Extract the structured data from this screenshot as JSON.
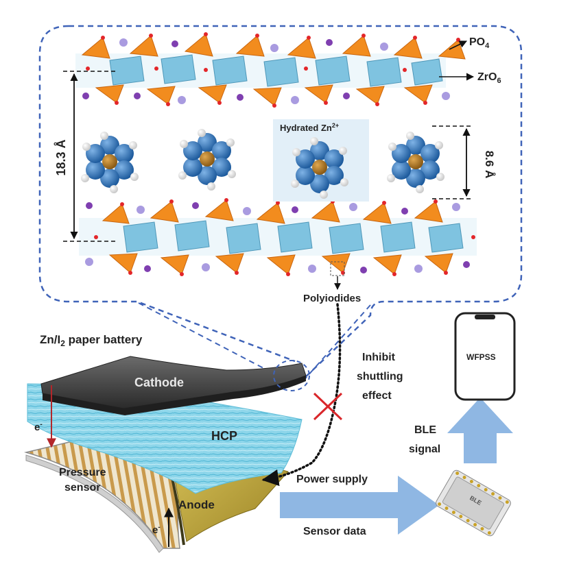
{
  "labels": {
    "po4": "PO",
    "po4_sub": "4",
    "zro6": "ZrO",
    "zro6_sub": "6",
    "interlayer": "18.3 Å",
    "ion_size": "8.6 Å",
    "hydrated_prefix": "Hydrated Zn",
    "hydrated_sup": "2+",
    "polyiodides": "Polyiodides",
    "battery_title_a": "Zn/I",
    "battery_title_sub": "2",
    "battery_title_b": " paper battery",
    "cathode": "Cathode",
    "hcp": "HCP",
    "anode": "Anode",
    "pressure_sensor_1": "Pressure",
    "pressure_sensor_2": "sensor",
    "electron_top": "e",
    "electron_bottom": "e",
    "electron_sup": "-",
    "inhibit_1": "Inhibit",
    "inhibit_2": "shuttling",
    "inhibit_3": "effect",
    "power_supply": "Power supply",
    "sensor_data": "Sensor data",
    "ble_1": "BLE",
    "ble_2": "signal",
    "phone_app": "WFPSS",
    "chip": "BLE"
  },
  "colors": {
    "dashed_outline": "#3f63b8",
    "phosphate": "#f28c1e",
    "zro6": "#7fc3e0",
    "oxygen": "#e3262a",
    "water_o": "#2f6fb3",
    "zinc": "#b5781f",
    "ion_purple": "#7f3fb0",
    "ion_lavender": "#a99be0",
    "hcp_fiber": "#7ed0e6",
    "cathode": "#3d3d3d",
    "anode": "#c2a83a",
    "arrow_blue": "#8fb7e3",
    "cross_red": "#d9262a"
  }
}
